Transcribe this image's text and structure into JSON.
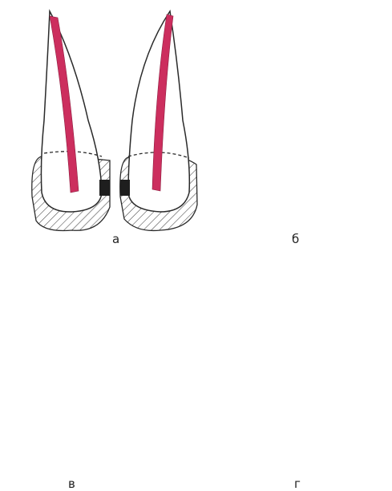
{
  "labels": {
    "a": "а",
    "b": "б",
    "v": "в",
    "g": "г"
  },
  "colors": {
    "canal": "#cc2e5e",
    "outline": "#2a2a2a",
    "hatch": "#444444",
    "dark_filling": "#1e1e1e",
    "white_filling": "#ffffff"
  }
}
